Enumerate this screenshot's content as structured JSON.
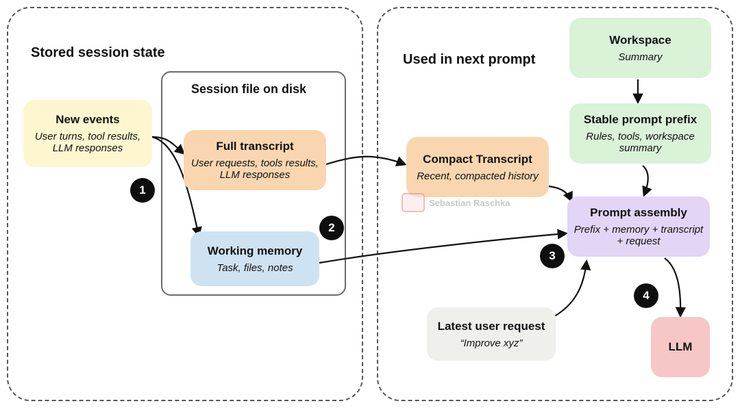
{
  "panels": {
    "left_title": "Stored session state",
    "right_title": "Used in next prompt"
  },
  "disk": {
    "title": "Session file on disk"
  },
  "nodes": {
    "new_events": {
      "title": "New events",
      "subtitle": "User turns, tool results, LLM responses"
    },
    "full_transcript": {
      "title": "Full transcript",
      "subtitle": "User requests, tools results, LLM responses"
    },
    "working_memory": {
      "title": "Working memory",
      "subtitle": "Task, files, notes"
    },
    "compact_transcript": {
      "title": "Compact Transcript",
      "subtitle": "Recent, compacted history"
    },
    "workspace": {
      "title": "Workspace",
      "subtitle": "Summary"
    },
    "stable_prefix": {
      "title": "Stable prompt prefix",
      "subtitle": "Rules, tools, workspace summary"
    },
    "prompt_assembly": {
      "title": "Prompt assembly",
      "subtitle": "Prefix + memory + transcript + request"
    },
    "latest_request": {
      "title": "Latest user request",
      "subtitle": "“Improve xyz”"
    },
    "llm": {
      "title": "LLM"
    }
  },
  "badges": [
    "1",
    "2",
    "3",
    "4"
  ],
  "watermark": "Sebastian Raschka",
  "colors": {
    "yellow_box": "#fdf6cf",
    "orange_box": "#f9d6b0",
    "blue_box": "#cfe2f2",
    "green_box": "#d9f2d8",
    "purple_box": "#e2d5f6",
    "gray_box": "#efefec",
    "red_box": "#f7c7c7",
    "badge": "#0e0e0e"
  }
}
